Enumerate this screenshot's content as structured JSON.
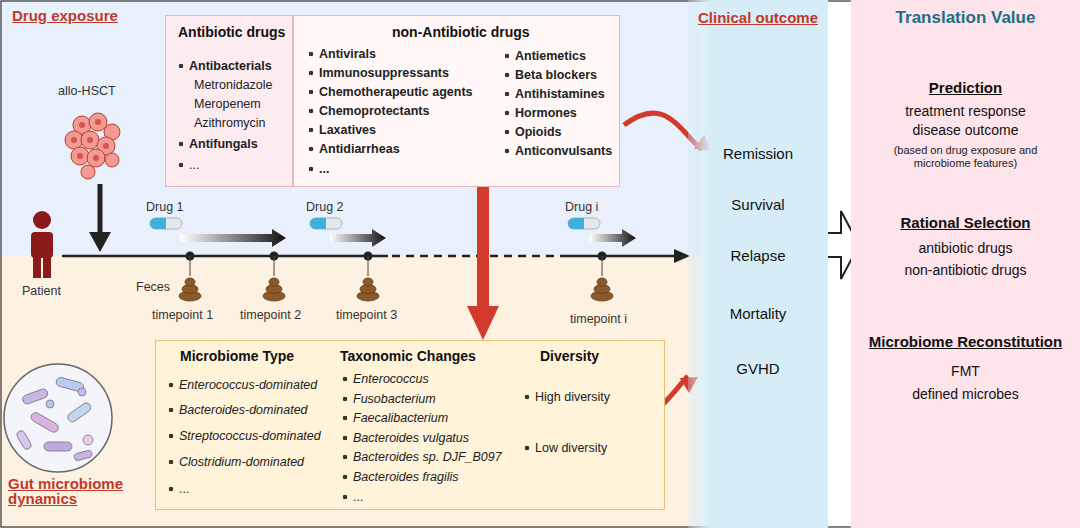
{
  "diagram": {
    "nodes": [
      {
        "text": [
          "Antibiotic drugs",
          "Antibacterials",
          "Metronidazole",
          "Meropenem",
          "Azithromycin",
          "Antifungals",
          "..."
        ]
      },
      {
        "text": [
          "non-Antibiotic drugs",
          "Antivirals",
          "Immunosuppressants",
          "Chemotherapeutic agents",
          "Chemoprotectants",
          "Laxatives",
          "Antidiarrheas",
          "...",
          "Antiemetics",
          "Beta blockers",
          "Antihistamines",
          "Hormones",
          "Opioids",
          "Anticonvulsants"
        ]
      },
      {
        "text": [
          "Microbiome Type",
          "Enterococcus-dominated",
          "Bacteroides-dominated",
          "Streptococcus-dominated",
          "Clostridium-dominated",
          "...",
          "Taxonomic Changes",
          "Enterococcus",
          "Fusobacterium",
          "Faecalibacterium",
          "Bacteroides vulgatus",
          "Bacteroides sp. DJF_B097",
          "Bacteroides fragilis",
          "...",
          "Diversity",
          "High diversity",
          "Low diversity"
        ]
      },
      {
        "text": [
          "Clinical outcome",
          "Remission",
          "Survival",
          "Relapse",
          "Mortality",
          "GVHD"
        ]
      },
      {
        "text": [
          "Translation Value",
          "Prediction",
          "treatment response",
          "disease outcome",
          "(based on drug exposure and microbiome features)",
          "Rational Selection",
          "antibiotic drugs",
          "non-antibiotic drugs",
          "Microbiome Reconstitution",
          "FMT",
          "defined microbes"
        ]
      }
    ],
    "edges": [
      {
        "from": 1,
        "to": 3,
        "arrow": "to"
      },
      {
        "from": 1,
        "to": 2,
        "arrow": "to"
      },
      {
        "from": 2,
        "to": 3,
        "arrow": "to"
      },
      {
        "from": 3,
        "to": 4,
        "arrow": "to"
      }
    ],
    "labels": [
      "Drug exposure",
      "allo-HSCT",
      "Patient",
      "Drug 1",
      "Drug 2",
      "Drug i",
      "Feces",
      "timepoint 1",
      "timepoint 2",
      "timepoint 3",
      "timepoint i",
      "Gut microbiome dynamics"
    ]
  }
}
